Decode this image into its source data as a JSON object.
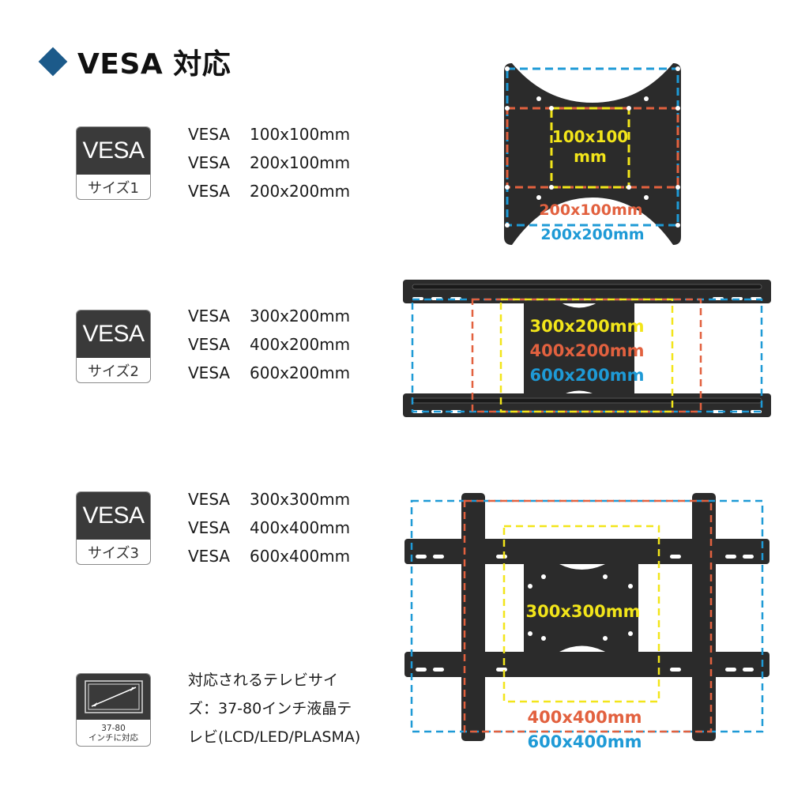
{
  "header": {
    "title": "VESA 対応",
    "accent_color": "#1c5a8a"
  },
  "sections": [
    {
      "badge": {
        "top": "VESA",
        "bottom": "サイズ1"
      },
      "specs": [
        {
          "key": "VESA",
          "value": "100x100mm"
        },
        {
          "key": "VESA",
          "value": "200x100mm"
        },
        {
          "key": "VESA",
          "value": "200x200mm"
        }
      ],
      "diagram_labels": {
        "inner_line1": "100x100",
        "inner_line2": "mm",
        "middle": "200x100mm",
        "outer": "200x200mm"
      }
    },
    {
      "badge": {
        "top": "VESA",
        "bottom": "サイズ2"
      },
      "specs": [
        {
          "key": "VESA",
          "value": "300x200mm"
        },
        {
          "key": "VESA",
          "value": "400x200mm"
        },
        {
          "key": "VESA",
          "value": "600x200mm"
        }
      ],
      "diagram_labels": {
        "inner": "300x200mm",
        "middle": "400x200mm",
        "outer": "600x200mm"
      }
    },
    {
      "badge": {
        "top": "VESA",
        "bottom": "サイズ3"
      },
      "specs": [
        {
          "key": "VESA",
          "value": "300x300mm"
        },
        {
          "key": "VESA",
          "value": "400x400mm"
        },
        {
          "key": "VESA",
          "value": "600x400mm"
        }
      ],
      "diagram_labels": {
        "inner": "300x300mm",
        "middle": "400x400mm",
        "outer": "600x400mm"
      }
    }
  ],
  "tv_support": {
    "badge": {
      "line1": "37-80",
      "line2": "インチに対応"
    },
    "text_lines": [
      "対応されるテレビサイ",
      "ズ：37-80インチ液晶テ",
      "レビ(LCD/LED/PLASMA)"
    ]
  },
  "colors": {
    "yellow": "#f2e51a",
    "orange": "#e2613f",
    "blue": "#1e9ad6",
    "plate": "#2b2b2b"
  }
}
